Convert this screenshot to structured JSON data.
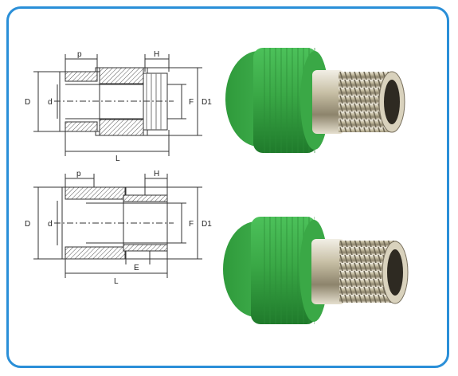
{
  "colors": {
    "border": "#2a8fd8",
    "green": "#3fae49",
    "green_dark": "#2a8a35",
    "brass": "#c9c0a8"
  },
  "top_drawing": {
    "labels": {
      "p": "p",
      "h": "H",
      "d_outer": "D",
      "d_inner": "d",
      "f": "F",
      "d1": "D1",
      "l": "L"
    }
  },
  "bottom_drawing": {
    "labels": {
      "p": "p",
      "h": "H",
      "d_outer": "D",
      "d_inner": "d",
      "f": "F",
      "d1": "D1",
      "e": "E",
      "l": "L"
    }
  },
  "photos": [
    {
      "icon": "male-threaded-adapter-photo"
    },
    {
      "icon": "male-threaded-adapter-photo"
    }
  ]
}
